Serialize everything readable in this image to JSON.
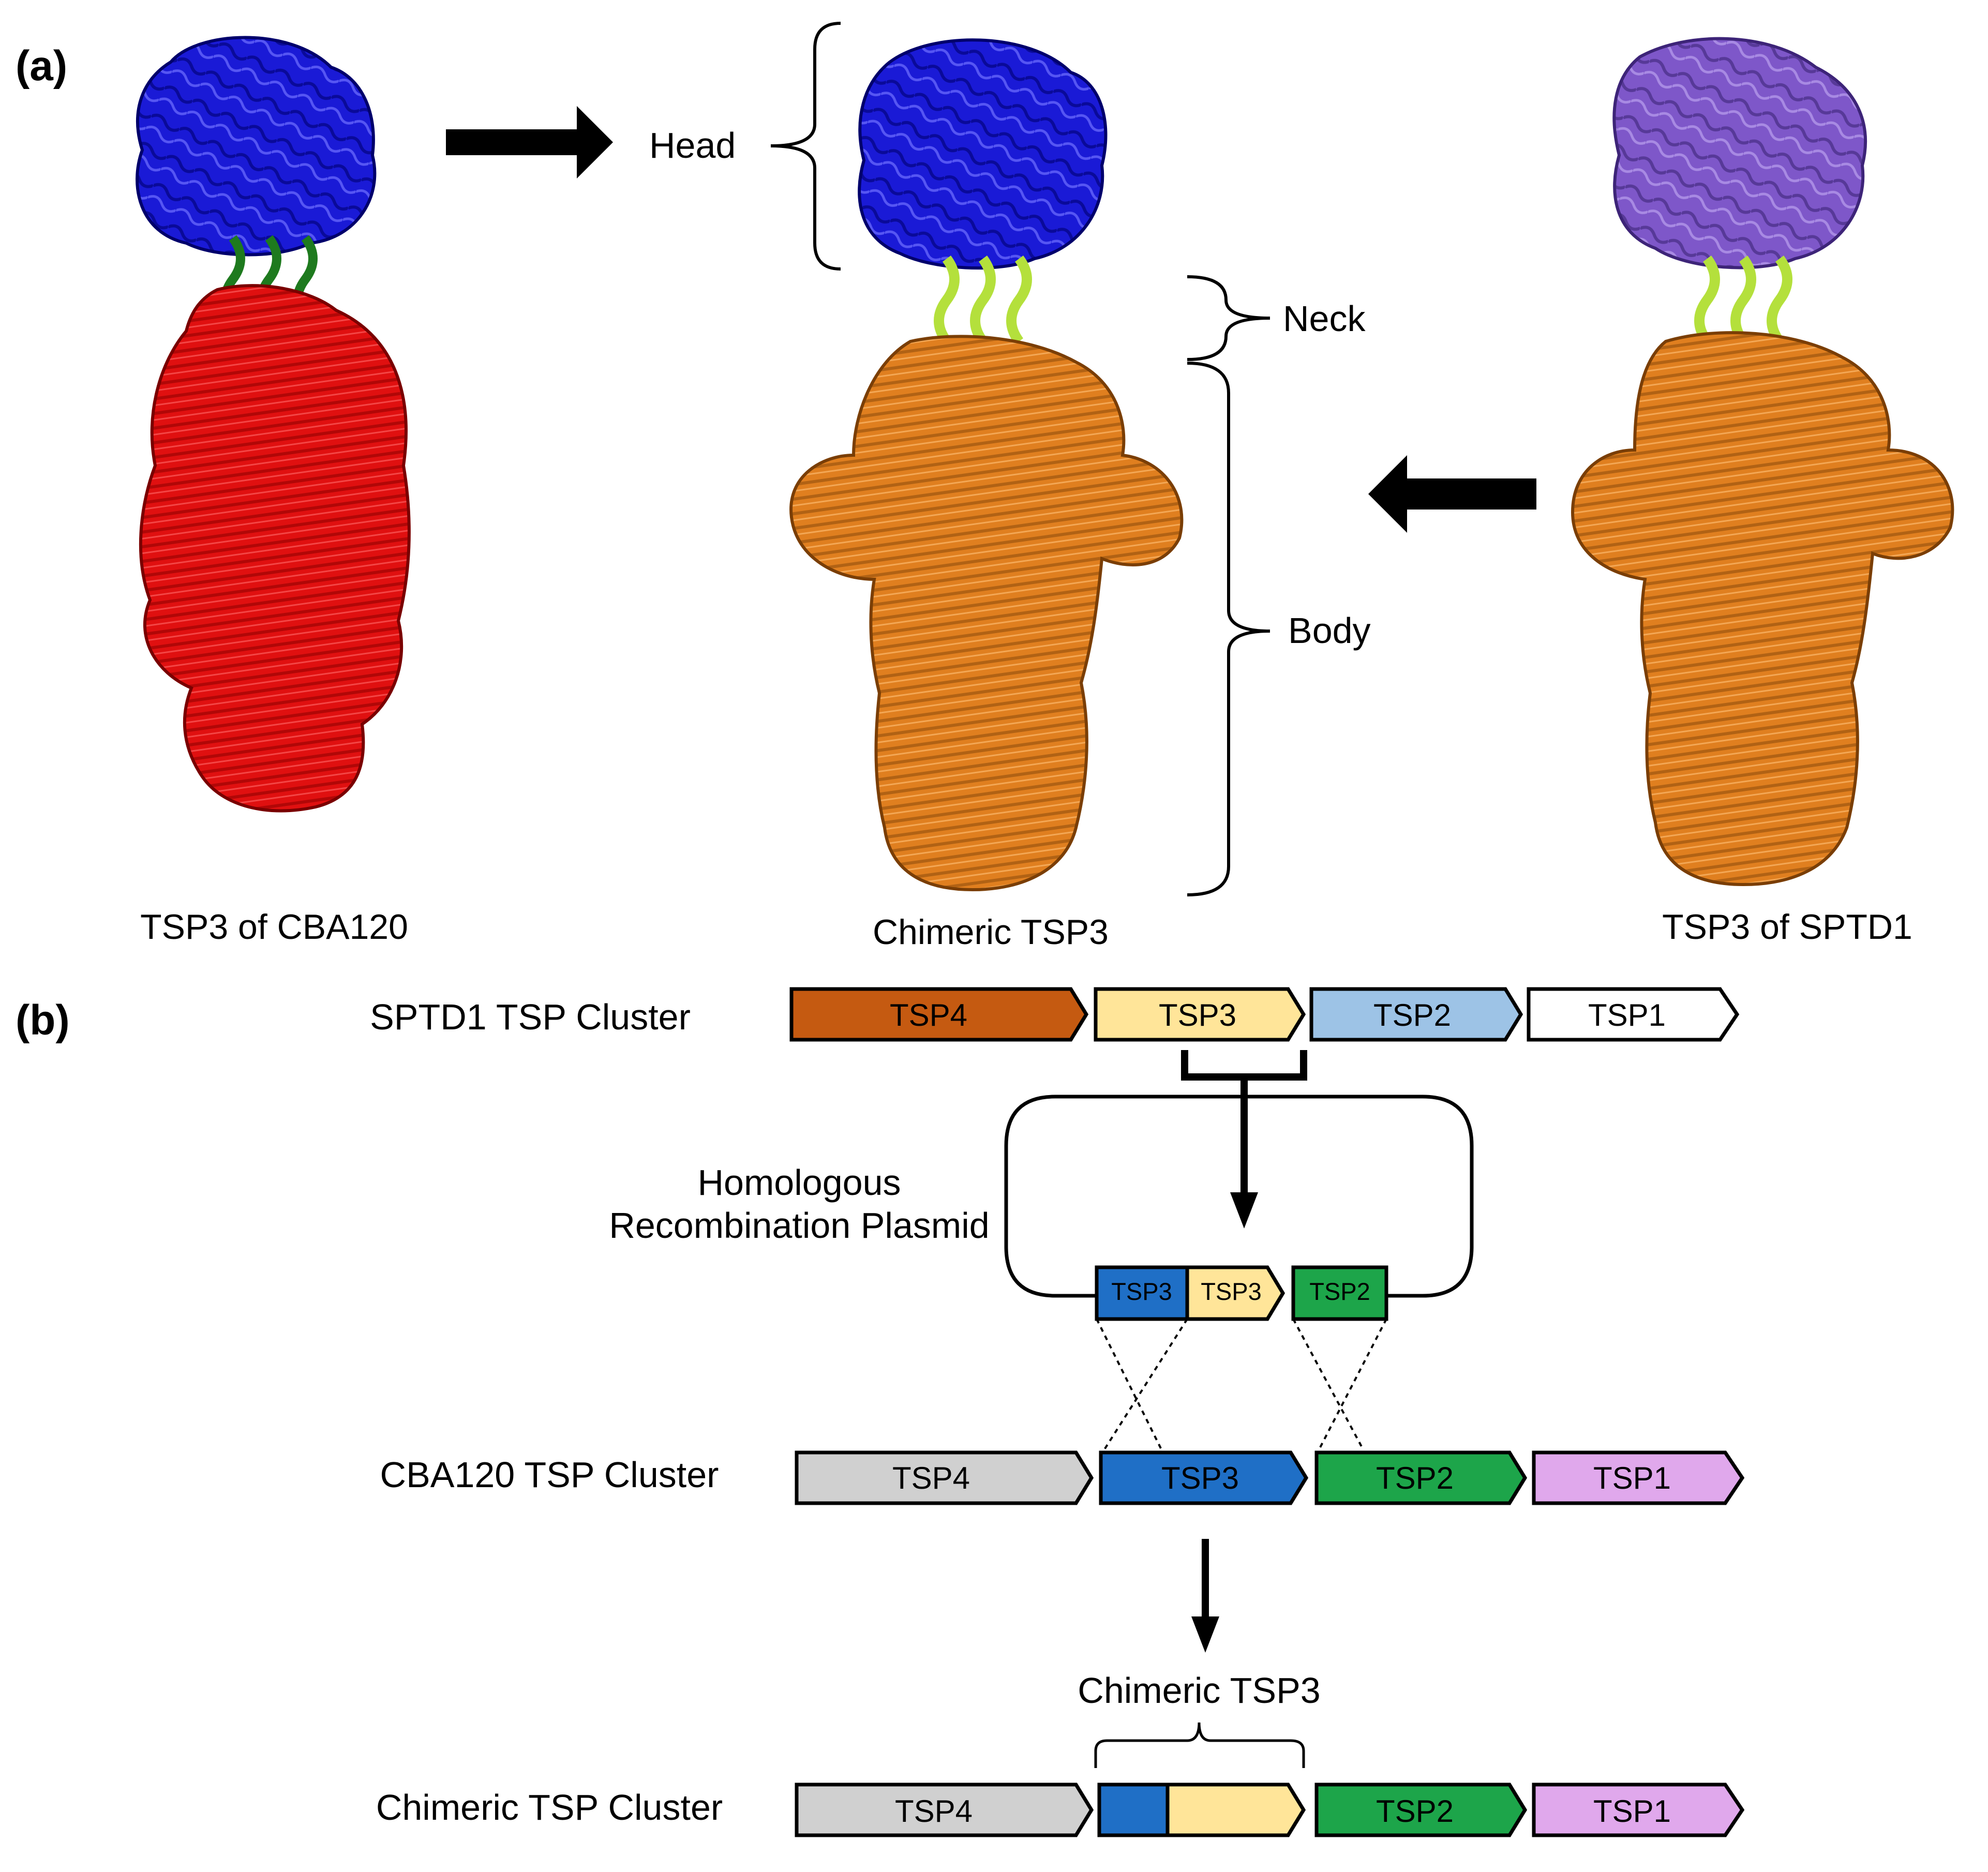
{
  "panel_a": {
    "label": "(a)",
    "structures": [
      {
        "caption": "TSP3 of CBA120",
        "head_color": "#1a1ad6",
        "neck_color": "#1e7a1e",
        "body_color": "#e01010"
      },
      {
        "caption": "Chimeric TSP3",
        "head_color": "#1a1ad6",
        "neck_color": "#b4e03c",
        "body_color": "#e07f1f"
      },
      {
        "caption": "TSP3 of SPTD1",
        "head_color": "#7e57c9",
        "neck_color": "#b4e03c",
        "body_color": "#e07f1f"
      }
    ],
    "domain_labels": {
      "head": "Head",
      "neck": "Neck",
      "body": "Body"
    }
  },
  "panel_b": {
    "label": "(b)",
    "clusters": [
      {
        "name": "SPTD1 TSP Cluster",
        "genes": [
          {
            "label": "TSP4",
            "color": "#c55a11"
          },
          {
            "label": "TSP3",
            "color": "#ffe599"
          },
          {
            "label": "TSP2",
            "color": "#9dc3e6"
          },
          {
            "label": "TSP1",
            "color": "#ffffff"
          }
        ]
      },
      {
        "name": "CBA120 TSP Cluster",
        "genes": [
          {
            "label": "TSP4",
            "color": "#d0d0d0"
          },
          {
            "label": "TSP3",
            "color": "#1f6fc6"
          },
          {
            "label": "TSP2",
            "color": "#1da54a"
          },
          {
            "label": "TSP1",
            "color": "#e0a8ec"
          }
        ]
      },
      {
        "name": "Chimeric TSP Cluster",
        "genes": [
          {
            "label": "TSP4",
            "color": "#d0d0d0"
          },
          {
            "label": "",
            "color": "#1f6fc6"
          },
          {
            "label": "TSP2",
            "color": "#1da54a"
          },
          {
            "label": "TSP1",
            "color": "#e0a8ec"
          }
        ]
      }
    ],
    "plasmid": {
      "label_line1": "Homologous",
      "label_line2": "Recombination Plasmid",
      "segments": [
        {
          "label": "TSP3",
          "color": "#1f6fc6"
        },
        {
          "label": "TSP3",
          "color": "#ffe599"
        },
        {
          "label": "TSP2",
          "color": "#1da54a"
        }
      ]
    },
    "chimeric_label": "Chimeric TSP3",
    "chimeric_second_color": "#ffe599"
  }
}
